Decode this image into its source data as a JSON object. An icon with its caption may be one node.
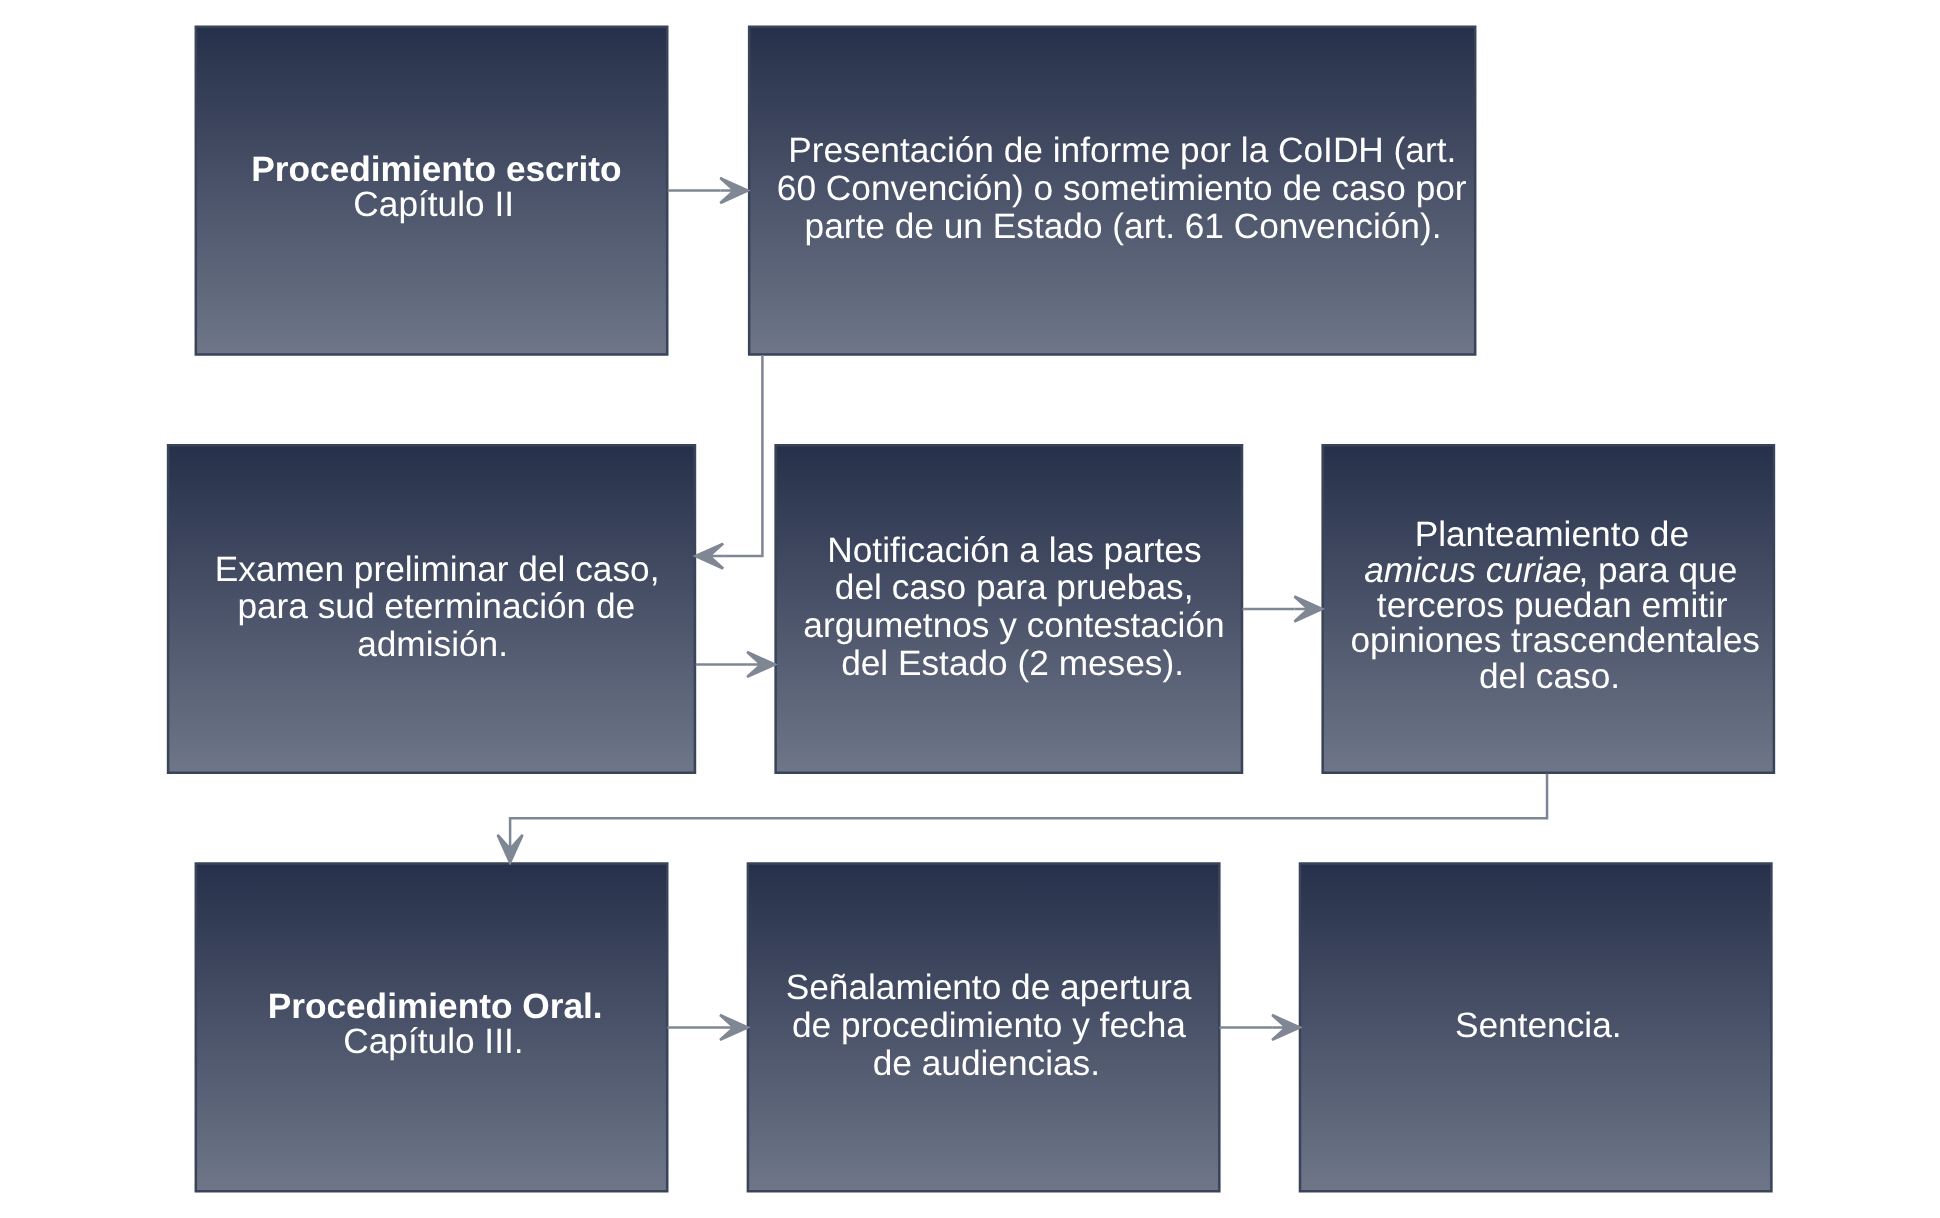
{
  "diagram": {
    "nodes": [
      {
        "text": [
          "Procedimiento escrito",
          "Capítulo II"
        ]
      },
      {
        "text": [
          "Presentación de informe por la CoIDH (art. 60 Convención) o sometimiento de caso por parte de un Estado (art. 61 Convención)."
        ]
      },
      {
        "text": [
          "Examen preliminar del caso, para sud eterminación de admisión."
        ]
      },
      {
        "text": [
          "Notificación a las partes del caso para pruebas, argumetnos y contestación del Estado (2 meses)."
        ]
      },
      {
        "text": [
          "Planteamiento de *amicus curiae*, para que terceros puedan emitir opiniones trascendentales del caso."
        ]
      },
      {
        "text": [
          "Procedimiento Oral.",
          "Capítulo III."
        ]
      },
      {
        "text": [
          "Señalamiento de apertura de procedimiento y fecha de audiencias."
        ]
      },
      {
        "text": [
          "Sentencia."
        ]
      }
    ],
    "edges": [
      {
        "from": 0,
        "to": 1,
        "arrow": "to"
      },
      {
        "from": 1,
        "to": 2,
        "arrow": "to"
      },
      {
        "from": 2,
        "to": 3,
        "arrow": "to"
      },
      {
        "from": 3,
        "to": 4,
        "arrow": "to"
      },
      {
        "from": 4,
        "to": 5,
        "arrow": "to"
      },
      {
        "from": 5,
        "to": 6,
        "arrow": "to"
      },
      {
        "from": 6,
        "to": 7,
        "arrow": "to"
      }
    ]
  }
}
